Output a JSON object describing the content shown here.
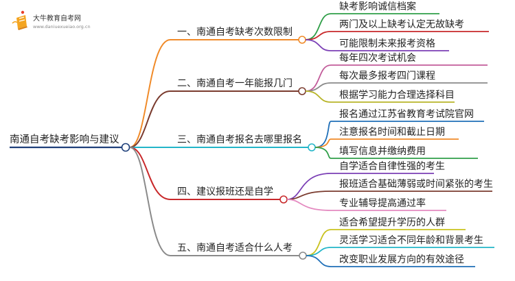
{
  "logo": {
    "title": "大牛教育自考网",
    "url": "www.daniuexueiao.org.cn"
  },
  "root": {
    "label": "南通自考缺考影响与建议",
    "color": "#1e3f7a"
  },
  "branches": [
    {
      "label": "一、南通自考缺考次数限制",
      "color": "#f08a28",
      "children": [
        {
          "label": "缺考影响诚信档案",
          "color": "#2e9e47"
        },
        {
          "label": "两门及以上缺考认定无故缺考",
          "color": "#c8282a"
        },
        {
          "label": "可能限制未来报考资格",
          "color": "#7b3fb5"
        }
      ]
    },
    {
      "label": "二、南通自考一年能报几门",
      "color": "#7a3b2e",
      "children": [
        {
          "label": "每年四次考试机会",
          "color": "#c25c9a"
        },
        {
          "label": "每次最多报考四门课程",
          "color": "#8a8a8a"
        },
        {
          "label": "根据学习能力合理选择科目",
          "color": "#b7b427"
        }
      ]
    },
    {
      "label": "三、南通自考报名去哪里报名",
      "color": "#22b5c8",
      "children": [
        {
          "label": "报名通过江苏省教育考试院官网",
          "color": "#1f6fb8"
        },
        {
          "label": "注意报名时间和截止日期",
          "color": "#f08a28"
        },
        {
          "label": "填写信息并缴纳费用",
          "color": "#2e9e47"
        }
      ]
    },
    {
      "label": "四、建议报班还是自学",
      "color": "#c8282a",
      "children": [
        {
          "label": "自学适合自律性强的考生",
          "color": "#7b3fb5"
        },
        {
          "label": "报班适合基础薄弱或时间紧张的考生",
          "color": "#7a3b2e"
        },
        {
          "label": "专业辅导提高通过率",
          "color": "#e48ac0"
        }
      ]
    },
    {
      "label": "五、南通自考适合什么人考",
      "color": "#8a8a8a",
      "children": [
        {
          "label": "适合希望提升学历的人群",
          "color": "#c9c21e"
        },
        {
          "label": "灵活学习适合不同年龄和背景考生",
          "color": "#22b5c8"
        },
        {
          "label": "改变职业发展方向的有效途径",
          "color": "#1f6fb8"
        }
      ]
    }
  ]
}
